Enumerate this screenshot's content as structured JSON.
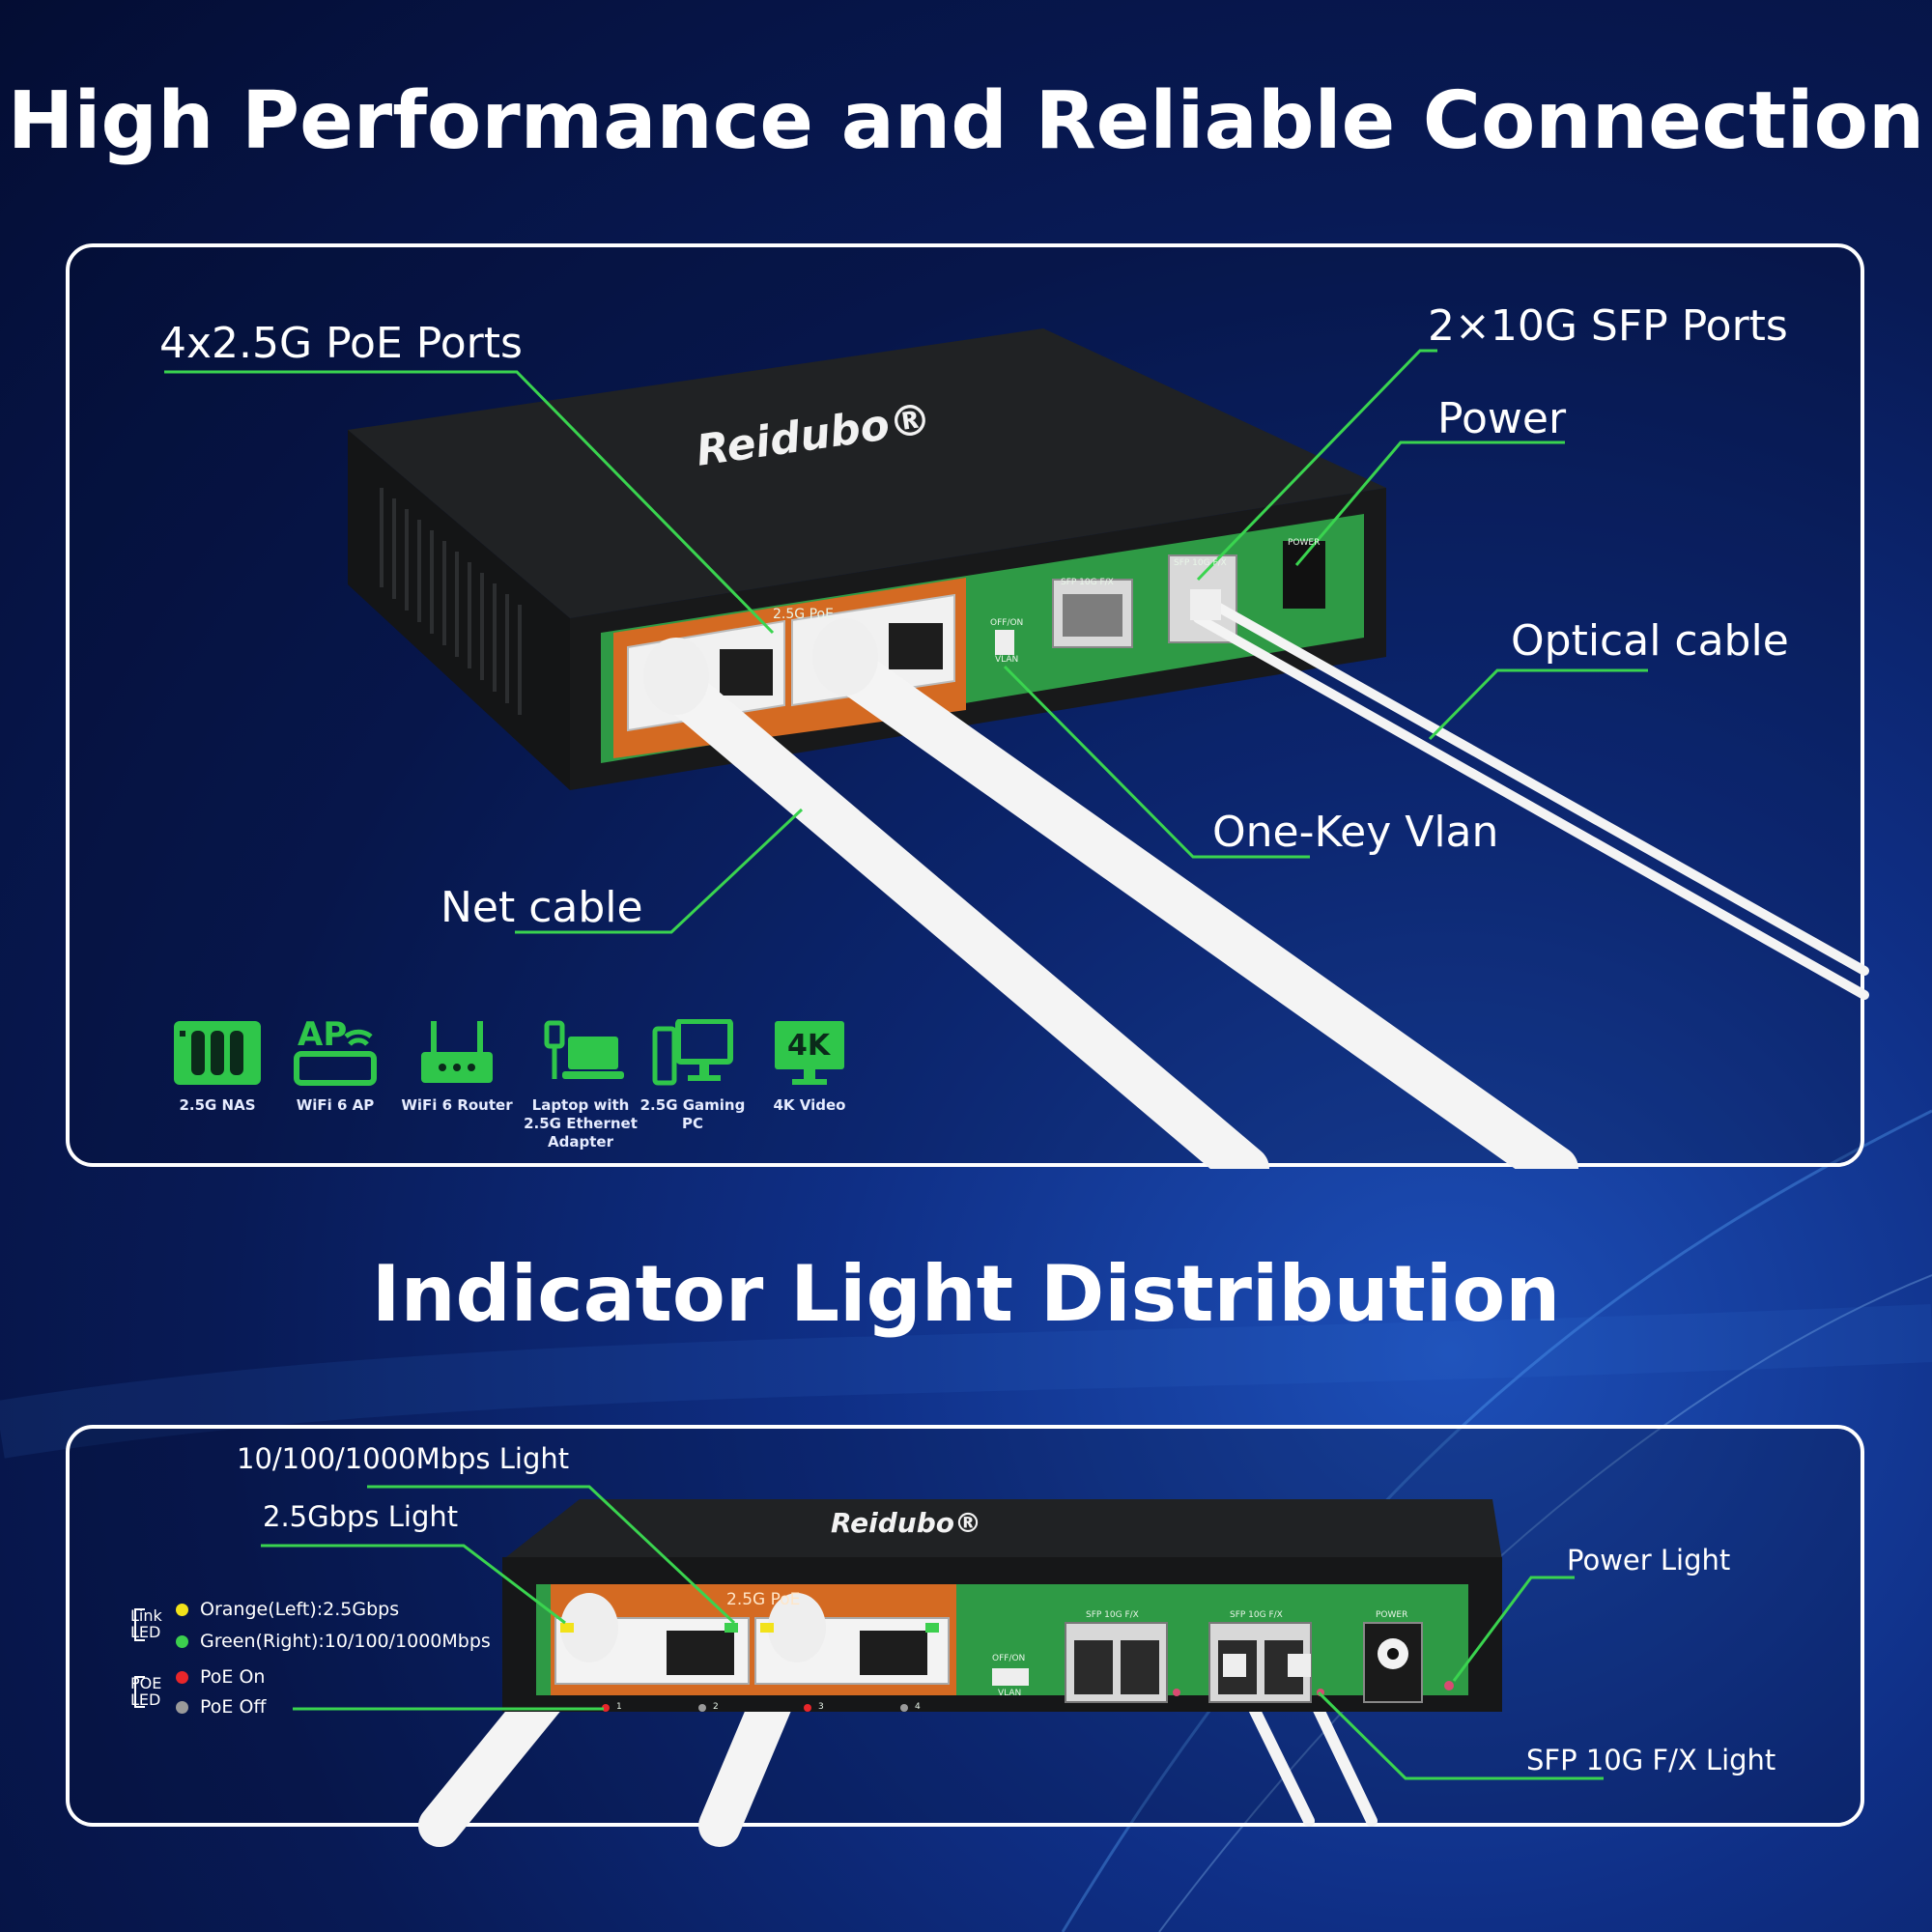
{
  "colors": {
    "accent_green": "#2fc64a",
    "switch_green": "#2e9a45",
    "switch_orange": "#d46a22",
    "background": "#081a55"
  },
  "top_section": {
    "heading": "High Performance and Reliable Connection",
    "callouts": {
      "poe_ports": "4x2.5G PoE Ports",
      "sfp_ports": "2×10G SFP Ports",
      "power": "Power",
      "optical_cable": "Optical cable",
      "one_key_vlan": "One-Key Vlan",
      "net_cable": "Net cable"
    },
    "device": {
      "brand": "Reidubo®",
      "port_group_label": "2.5G PoE",
      "sfp_label_1": "SFP 10G F/X",
      "sfp_label_2": "SFP 10G F/X",
      "power_label": "POWER",
      "vlan_label_top": "OFF/ON",
      "vlan_label_bottom": "VLAN"
    },
    "use_cases": [
      {
        "icon": "nas-icon",
        "label": "2.5G NAS"
      },
      {
        "icon": "wifi-ap-icon",
        "label": "WiFi 6 AP",
        "icon_text": "AP"
      },
      {
        "icon": "router-icon",
        "label": "WiFi 6 Router"
      },
      {
        "icon": "laptop-icon",
        "label": "Laptop with 2.5G Ethernet Adapter"
      },
      {
        "icon": "desktop-pc-icon",
        "label": "2.5G Gaming PC"
      },
      {
        "icon": "4k-video-icon",
        "label": "4K Video",
        "icon_text": "4K"
      }
    ]
  },
  "bottom_section": {
    "heading": "Indicator Light Distribution",
    "callouts": {
      "speed_light": "10/100/1000Mbps Light",
      "gbps_light": "2.5Gbps Light",
      "power_light": "Power Light",
      "sfp_light": "SFP 10G F/X Light"
    },
    "legend": {
      "link_led_label": "Link LED",
      "poe_led_label": "POE LED",
      "rows": [
        {
          "color": "#f2e21a",
          "text": "Orange(Left):2.5Gbps"
        },
        {
          "color": "#3ccf4e",
          "text": "Green(Right):10/100/1000Mbps"
        },
        {
          "color": "#e8262a",
          "text": "PoE On"
        },
        {
          "color": "#9a9a9a",
          "text": "PoE Off"
        }
      ]
    },
    "device": {
      "brand": "Reidubo®",
      "port_group_label": "2.5G PoE",
      "sfp_label_1": "SFP 10G F/X",
      "sfp_label_2": "SFP 10G F/X",
      "power_label": "POWER",
      "vlan_label_top": "OFF/ON",
      "vlan_label_bottom": "VLAN",
      "port_numbers": [
        "1",
        "2",
        "3",
        "4"
      ]
    }
  }
}
